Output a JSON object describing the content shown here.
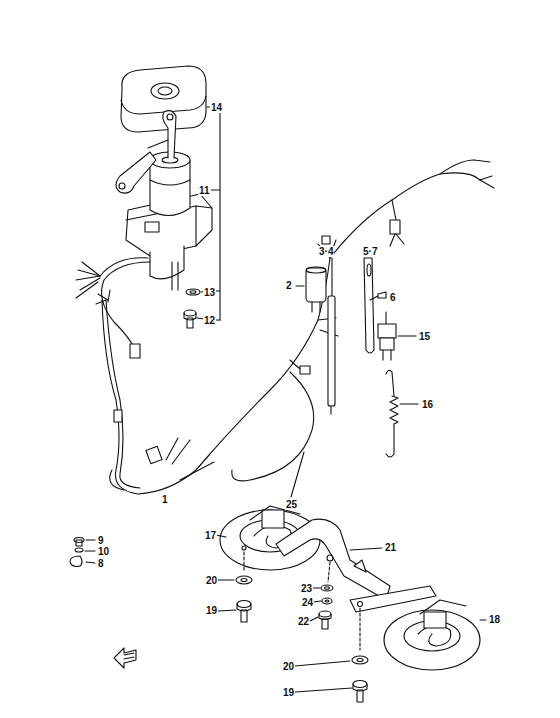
{
  "diagram": {
    "labels": [
      "14",
      "3·4",
      "5·7",
      "6",
      "11",
      "13",
      "12",
      "2",
      "15",
      "16",
      "1",
      "25",
      "9",
      "10",
      "8",
      "17",
      "21",
      "20",
      "23",
      "24",
      "22",
      "19",
      "18",
      "20",
      "19"
    ]
  }
}
